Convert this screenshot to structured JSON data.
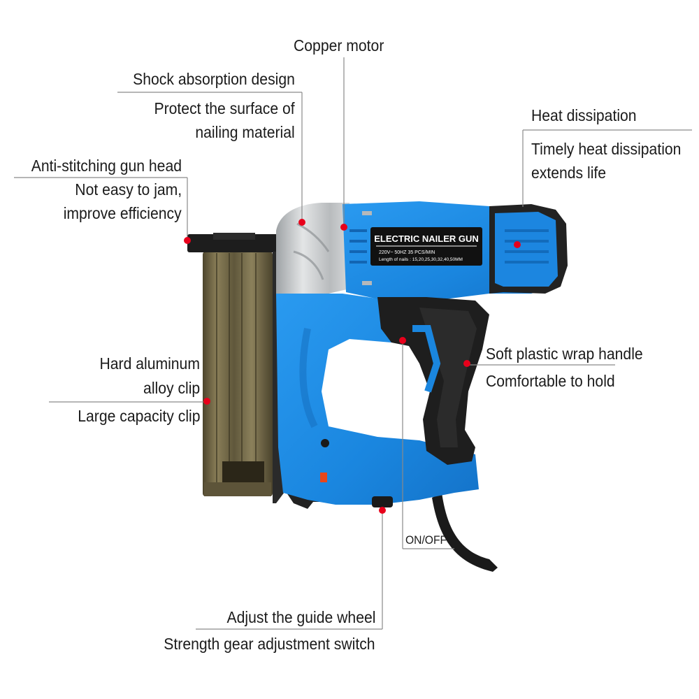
{
  "product": {
    "panel_title": "ELECTRIC NAILER GUN",
    "spec_line_1": "220V~    50HZ    35 PCS/MIN",
    "spec_line_2": "Length of nails : 15,20,25,30,32,40,50MM"
  },
  "callouts": {
    "copper_motor": "Copper motor",
    "shock_title": "Shock absorption design",
    "shock_desc_1": "Protect the surface of",
    "shock_desc_2": "nailing material",
    "heat_title": "Heat dissipation",
    "heat_desc_1": "Timely heat dissipation",
    "heat_desc_2": "extends life",
    "head_title": "Anti-stitching gun head",
    "head_desc_1": "Not easy to jam,",
    "head_desc_2": "improve efficiency",
    "clip_title_1": "Hard aluminum",
    "clip_title_2": "alloy clip",
    "clip_desc": "Large capacity clip",
    "handle_title": "Soft plastic wrap handle",
    "handle_desc": "Comfortable to hold",
    "switch_label": "ON/OFF",
    "wheel_title": "Adjust the guide wheel",
    "wheel_desc": "Strength gear adjustment switch"
  },
  "colors": {
    "body_blue": "#1f8de6",
    "grip_black": "#1e1e1e",
    "magazine_bronze": "#6f6547",
    "housing_silver": "#c8cacb",
    "marker_red": "#e8001b",
    "leader_gray": "#8a8a8a"
  }
}
